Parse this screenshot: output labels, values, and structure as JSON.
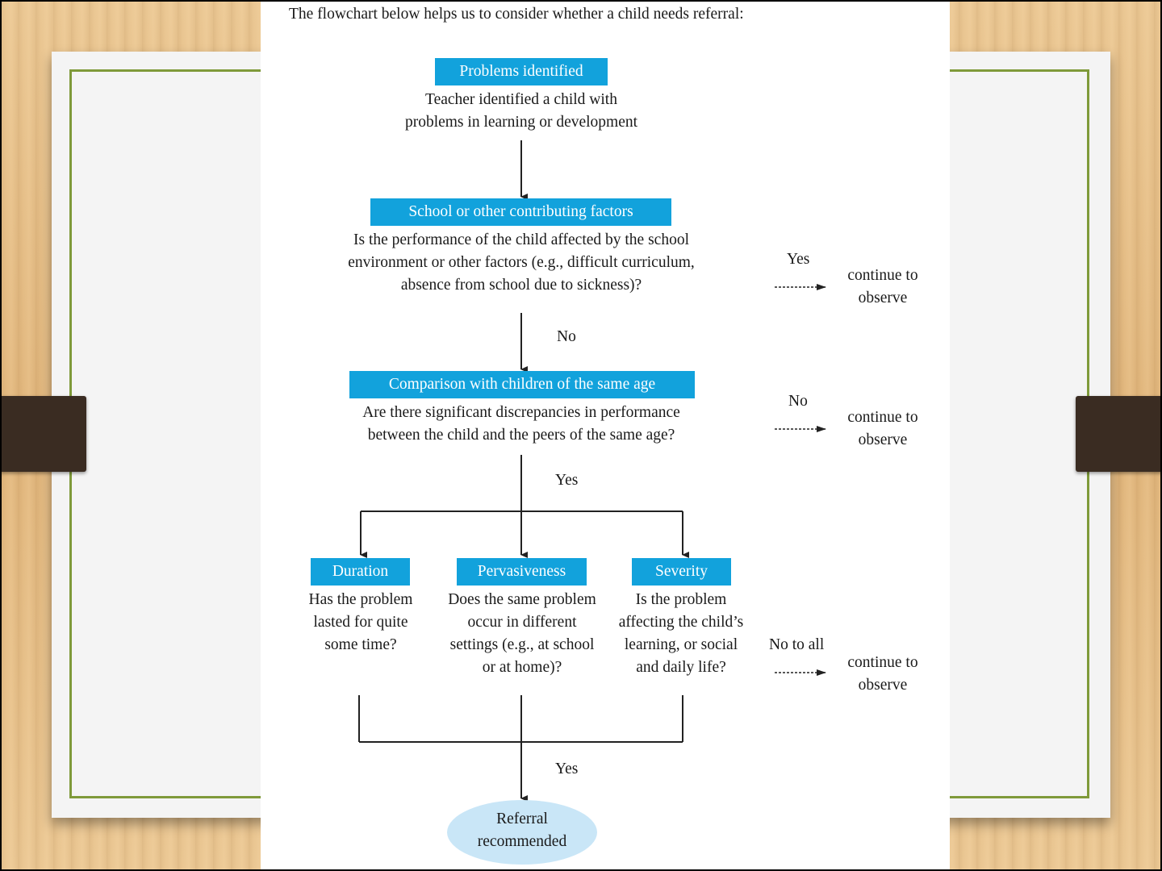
{
  "intro": "The flowchart below helps us to consider whether a child needs referral:",
  "step1": {
    "title": "Problems identified",
    "line1": "Teacher identified a child with",
    "line2": "problems in learning or development"
  },
  "step2": {
    "title": "School or other contributing factors",
    "line1": "Is the performance of the child affected by the school",
    "line2": "environment or other factors (e.g., difficult curriculum,",
    "line3": "absence from school due to sickness)?",
    "branch_label": "Yes",
    "branch_line1": "continue to",
    "branch_line2": "observe",
    "down_label": "No"
  },
  "step3": {
    "title": "Comparison with children of the same age",
    "line1": "Are there significant discrepancies in performance",
    "line2": "between the child and the peers of the same age?",
    "branch_label": "No",
    "branch_line1": "continue to",
    "branch_line2": "observe",
    "down_label": "Yes"
  },
  "criteria": [
    {
      "title": "Duration",
      "lines": [
        "Has the problem",
        "lasted for quite",
        "some time?"
      ]
    },
    {
      "title": "Pervasiveness",
      "lines": [
        "Does the same problem",
        "occur in different",
        "settings (e.g., at school",
        "or at home)?"
      ]
    },
    {
      "title": "Severity",
      "lines": [
        "Is the problem",
        "affecting the child’s",
        "learning, or social",
        "and daily life?"
      ]
    }
  ],
  "criteria_branch": {
    "label": "No to all",
    "line1": "continue to",
    "line2": "observe"
  },
  "final": {
    "down_label": "Yes",
    "line1": "Referral",
    "line2": "recommended"
  }
}
